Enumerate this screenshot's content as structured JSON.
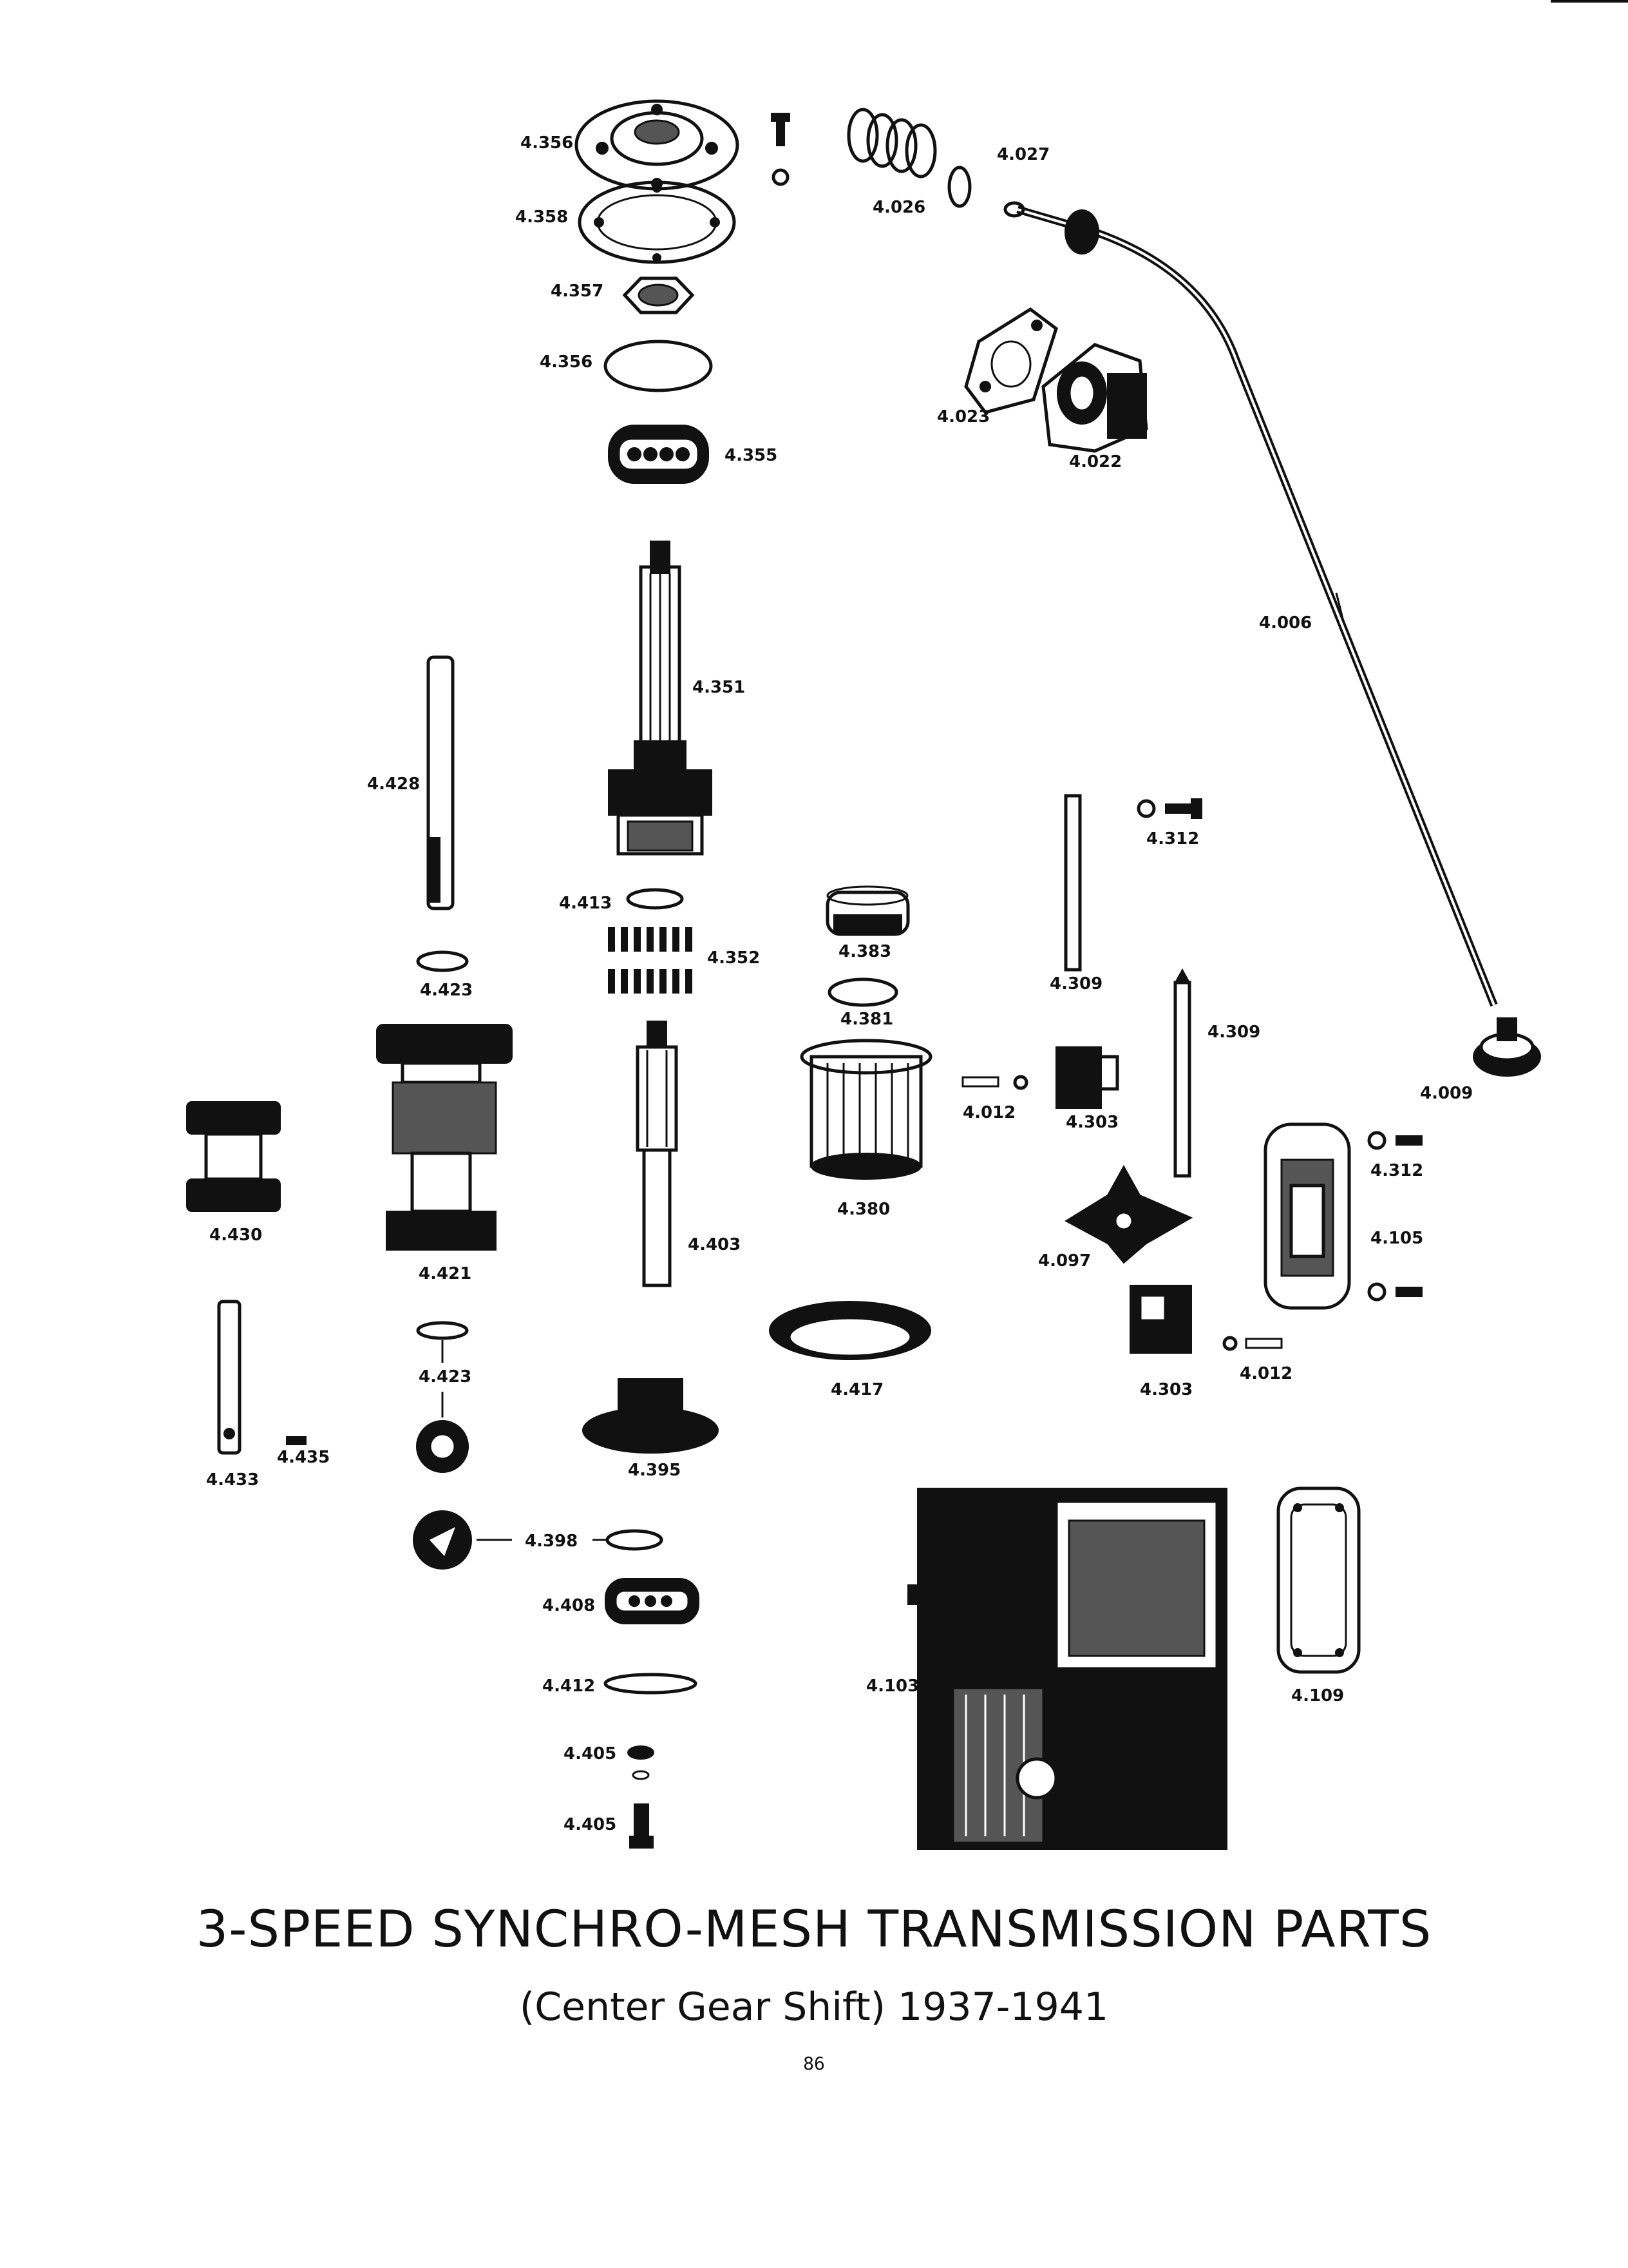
{
  "title": "3-SPEED SYNCHRO-MESH TRANSMISSION PARTS",
  "subtitle": "(Center Gear Shift) 1937-1941",
  "page_number": "86",
  "labels": [
    {
      "id": "4.356-a",
      "text": "4.356"
    },
    {
      "id": "4.358",
      "text": "4.358"
    },
    {
      "id": "4.357",
      "text": "4.357"
    },
    {
      "id": "4.356-b",
      "text": "4.356"
    },
    {
      "id": "4.355",
      "text": "4.355"
    },
    {
      "id": "4.026",
      "text": "4.026"
    },
    {
      "id": "4.027",
      "text": "4.027"
    },
    {
      "id": "4.023",
      "text": "4.023"
    },
    {
      "id": "4.022",
      "text": "4.022"
    },
    {
      "id": "4.006",
      "text": "4.006"
    },
    {
      "id": "4.351",
      "text": "4.351"
    },
    {
      "id": "4.428",
      "text": "4.428"
    },
    {
      "id": "4.413",
      "text": "4.413"
    },
    {
      "id": "4.352",
      "text": "4.352"
    },
    {
      "id": "4.383",
      "text": "4.383"
    },
    {
      "id": "4.381",
      "text": "4.381"
    },
    {
      "id": "4.309-a",
      "text": "4.309"
    },
    {
      "id": "4.312-a",
      "text": "4.312"
    },
    {
      "id": "4.309-b",
      "text": "4.309"
    },
    {
      "id": "4.423-a",
      "text": "4.423"
    },
    {
      "id": "4.009",
      "text": "4.009"
    },
    {
      "id": "4.012-a",
      "text": "4.012"
    },
    {
      "id": "4.303-a",
      "text": "4.303"
    },
    {
      "id": "4.312-b",
      "text": "4.312"
    },
    {
      "id": "4.430",
      "text": "4.430"
    },
    {
      "id": "4.421",
      "text": "4.421"
    },
    {
      "id": "4.380",
      "text": "4.380"
    },
    {
      "id": "4.403",
      "text": "4.403"
    },
    {
      "id": "4.097",
      "text": "4.097"
    },
    {
      "id": "4.105",
      "text": "4.105"
    },
    {
      "id": "4.417",
      "text": "4.417"
    },
    {
      "id": "4.303-b",
      "text": "4.303"
    },
    {
      "id": "4.012-b",
      "text": "4.012"
    },
    {
      "id": "4.423-b",
      "text": "4.423"
    },
    {
      "id": "4.433",
      "text": "4.433"
    },
    {
      "id": "4.435",
      "text": "4.435"
    },
    {
      "id": "4.395",
      "text": "4.395"
    },
    {
      "id": "4.398",
      "text": "4.398"
    },
    {
      "id": "4.408",
      "text": "4.408"
    },
    {
      "id": "4.412",
      "text": "4.412"
    },
    {
      "id": "4.103",
      "text": "4.103"
    },
    {
      "id": "4.109",
      "text": "4.109"
    },
    {
      "id": "4.405-a",
      "text": "4.405"
    },
    {
      "id": "4.405-b",
      "text": "4.405"
    }
  ],
  "icons": {
    "gear": "gear-icon",
    "bearing": "ball-bearing-icon",
    "shaft": "shaft-icon",
    "gasket": "gasket-icon",
    "spring": "coil-spring-icon",
    "housing": "transmission-case-icon"
  }
}
